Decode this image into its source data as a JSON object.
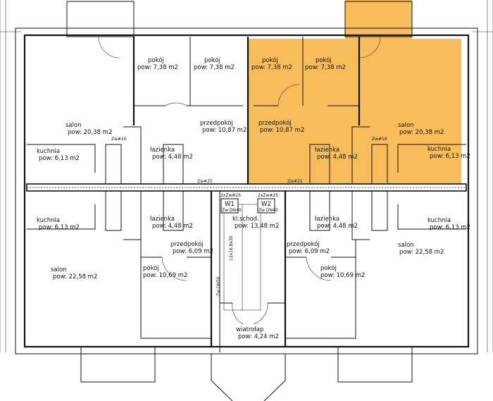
{
  "highlight_color": "#f8bd5a",
  "rooms": {
    "pokoj_1": {
      "name": "pokój",
      "area": "pow:  7,38 m2"
    },
    "pokoj_2": {
      "name": "pokój",
      "area": "pow:  7,38 m2"
    },
    "pokoj_3": {
      "name": "pokój",
      "area": "pow:  7,38 m2"
    },
    "pokoj_4": {
      "name": "pokój",
      "area": "pow:  7,38 m2"
    },
    "salon_tl": {
      "name": "salon",
      "area": "pow:  20,38 m2"
    },
    "salon_tr": {
      "name": "salon",
      "area": "pow:  20,38 m2"
    },
    "przedpokoj_tl": {
      "name": "przedpokój",
      "area": "pow:  10,87 m2"
    },
    "przedpokoj_tr": {
      "name": "przedpokój",
      "area": "pow:  10,87 m2"
    },
    "kuchnia_tl": {
      "name": "kuchnia",
      "area": "pow:  6,13 m2"
    },
    "kuchnia_tr": {
      "name": "kuchnia",
      "area": "pow:  6,13 m2"
    },
    "kuchnia_bl": {
      "name": "kuchnia",
      "area": "pow:  6,13 m2"
    },
    "kuchnia_br": {
      "name": "kuchnia",
      "area": "pow:  6,13 m2"
    },
    "lazienka_tl": {
      "name": "łazienka",
      "area": "pow:  4,48 m2"
    },
    "lazienka_tr": {
      "name": "łazienka",
      "area": "pow:  4,48 m2"
    },
    "lazienka_bl": {
      "name": "łazienka",
      "area": "pow:  4,48 m2"
    },
    "lazienka_br": {
      "name": "łazienka",
      "area": "pow:  4,48 m2"
    },
    "klatka": {
      "name": "kl.schod.",
      "area": "pow:  13,48 m2"
    },
    "przedpokoj_bl": {
      "name": "przedpokój",
      "area": "pow:  6,09 m2"
    },
    "przedpokoj_br": {
      "name": "przedpokój",
      "area": "pow:  6,09 m2"
    },
    "pokoj_bl": {
      "name": "pokój",
      "area": "pow:  10,69 m2"
    },
    "pokoj_br": {
      "name": "pokój",
      "area": "pow:  10,69 m2"
    },
    "salon_bl": {
      "name": "salon",
      "area": "pow:  22,58 m2"
    },
    "salon_br": {
      "name": "salon",
      "area": "pow:  22,58 m2"
    },
    "wiatrolap": {
      "name": "wiatrołap",
      "area": "pow:  4,24 m2"
    }
  },
  "risers": {
    "w1": {
      "label": "W1",
      "sub": "Zw DN40"
    },
    "w2": {
      "label": "W2",
      "sub": "Zw DN40"
    },
    "pipe_a": "2xZw#25",
    "pipe_b": "Zw#25",
    "pipe_c": "Zw#16",
    "pipe_d": "Zw DN50",
    "stairs": "12x16,8x30"
  }
}
